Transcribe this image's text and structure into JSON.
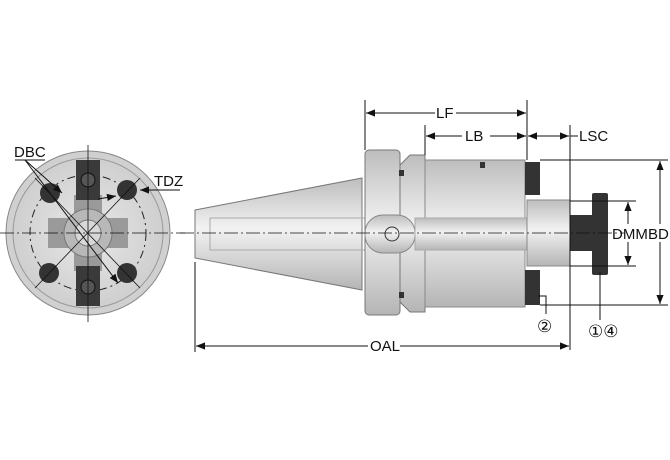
{
  "labels": {
    "dbc": "DBC",
    "tdz": "TDZ",
    "lf": "LF",
    "lb": "LB",
    "lsc": "LSC",
    "dmm": "DMM",
    "bd": "BD",
    "oal": "OAL",
    "callout_2": "②",
    "callout_1_4": "①④"
  },
  "colors": {
    "metal_light": "#e2e2e2",
    "metal_mid": "#c4c4c4",
    "dark_part": "#333333",
    "line": "#111111"
  }
}
